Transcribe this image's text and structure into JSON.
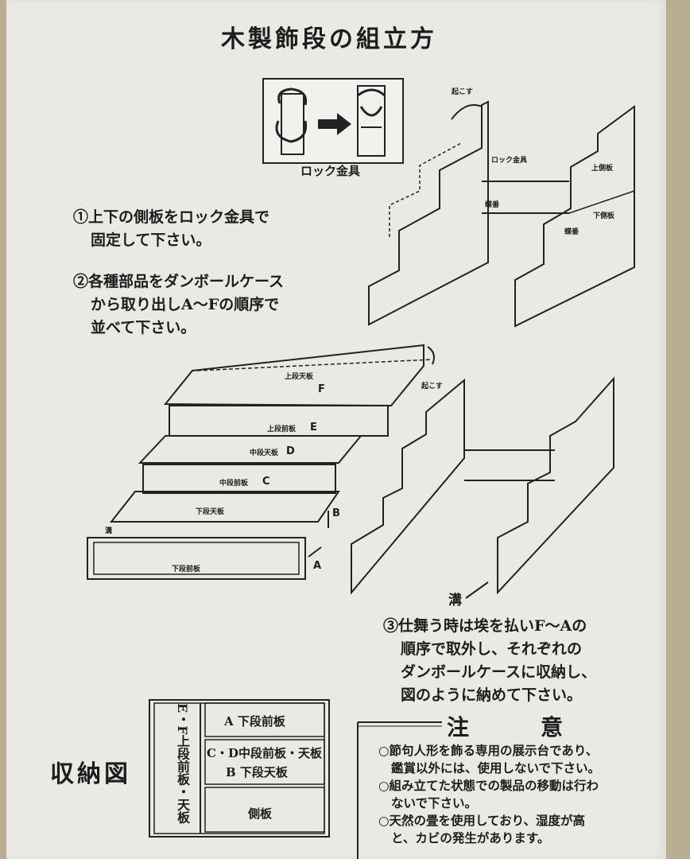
{
  "title": "木製飾段の組立方",
  "lock_caption": "ロック金具",
  "labels": {
    "raise": "起こす",
    "lock_fitting": "ロック金具",
    "upper_side_panel": "上側板",
    "lower_side_panel": "下側板",
    "hinge": "蝶番",
    "upper_top_board": "上段天板",
    "upper_front_board": "上段前板",
    "middle_top_board": "中段天板",
    "middle_front_board": "中段前板",
    "lower_top_board": "下段天板",
    "lower_front_board": "下段前板",
    "groove": "溝",
    "a": "A",
    "b": "B",
    "c": "C",
    "d": "D",
    "e": "E",
    "f": "F"
  },
  "steps": [
    {
      "lines": [
        "①上下の側板をロック金具で",
        "固定して下さい。"
      ]
    },
    {
      "lines": [
        "②各種部品をダンボールケース",
        "から取り出しA～Fの順序で",
        "並べて下さい。"
      ]
    },
    {
      "lines": [
        "③仕舞う時は埃を払いF～Aの",
        "順序で取外し、それぞれの",
        "ダンボールケースに収納し、",
        "図のように納めて下さい。"
      ]
    }
  ],
  "storage": {
    "title": "収納図",
    "left_compartment": "E・F上段前板・天板",
    "cells": [
      "A 下段前板",
      "C・D中段前板・天板",
      "B 下段天板",
      "側板"
    ]
  },
  "notice": {
    "heading": "注意",
    "lines": [
      "○節句人形を飾る専用の展示台であり、",
      "鑑賞以外には、使用しないで下さい。",
      "○組み立てた状態での製品の移動は行わ",
      "ないで下さい。",
      "○天然の畳を使用しており、湿度が高",
      "と、カビの発生があります。"
    ]
  }
}
